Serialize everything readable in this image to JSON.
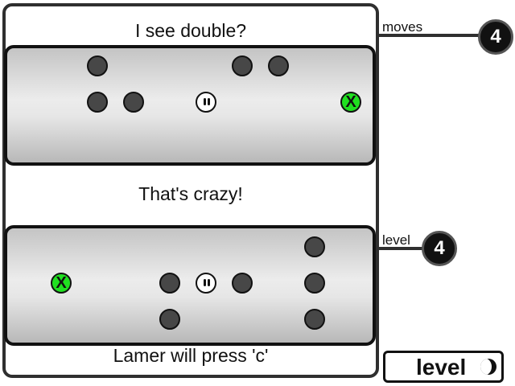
{
  "puzzle1": {
    "caption": "I see double?"
  },
  "puzzle2": {
    "caption": "That's crazy!"
  },
  "footer": {
    "caption": "Lamer will press 'c'"
  },
  "stats": {
    "moves": {
      "label": "moves",
      "value": "4"
    },
    "level": {
      "label": "level",
      "value": "4"
    }
  },
  "level_button": {
    "label": "level",
    "icon": "moon-icon"
  },
  "goal_symbol": "X",
  "colors": {
    "goal": "#20e020",
    "rock": "#474747",
    "frame": "#2f2f2f"
  }
}
